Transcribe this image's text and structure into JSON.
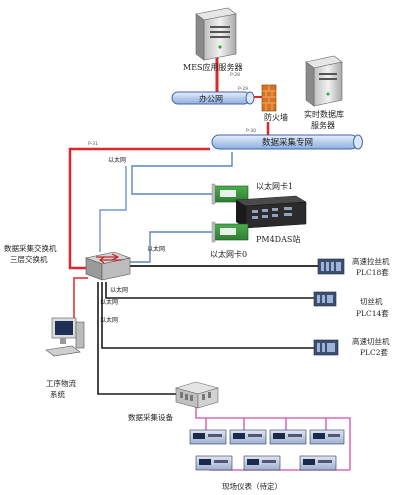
{
  "labels": {
    "mes_server": "MES应用服务器",
    "office_net": "办公网",
    "firewall": "防火墙",
    "realtime_db_line1": "实时数据库",
    "realtime_db_line2": "服务器",
    "data_net": "数据采集专网",
    "ethernet_left": "以太网",
    "nic1": "以太网卡1",
    "nic0": "以太网卡0",
    "pm4das": "PM4DAS站",
    "switch_line1": "数据采集交换机",
    "switch_line2": "三层交换机",
    "ethernet_mid": "以太网",
    "ethernet_a": "以太网",
    "ethernet_b": "以太网",
    "ethernet_c": "以太网",
    "plc1_line1": "高速拉丝机",
    "plc1_line2": "PLC18套",
    "plc2_line1": "切丝机",
    "plc2_line2": "PLC14套",
    "plc3_line1": "高速切丝机",
    "plc3_line2": "PLC2套",
    "logistics_line1": "工序物流",
    "logistics_line2": "系统",
    "daq_device": "数据采集设备",
    "field_instruments": "现场仪表（待定）",
    "port_mes": "P-28",
    "port_fw": "P-29",
    "port_p30": "P-30",
    "port_p31": "P-31"
  },
  "colors": {
    "red_link": "#e0262b",
    "blue_link": "#5b84c4",
    "black_link": "#1a1a1a",
    "pink_link": "#d84aa8",
    "pipe_fill": "#c9daf2",
    "pipe_stroke": "#3f63a8"
  }
}
